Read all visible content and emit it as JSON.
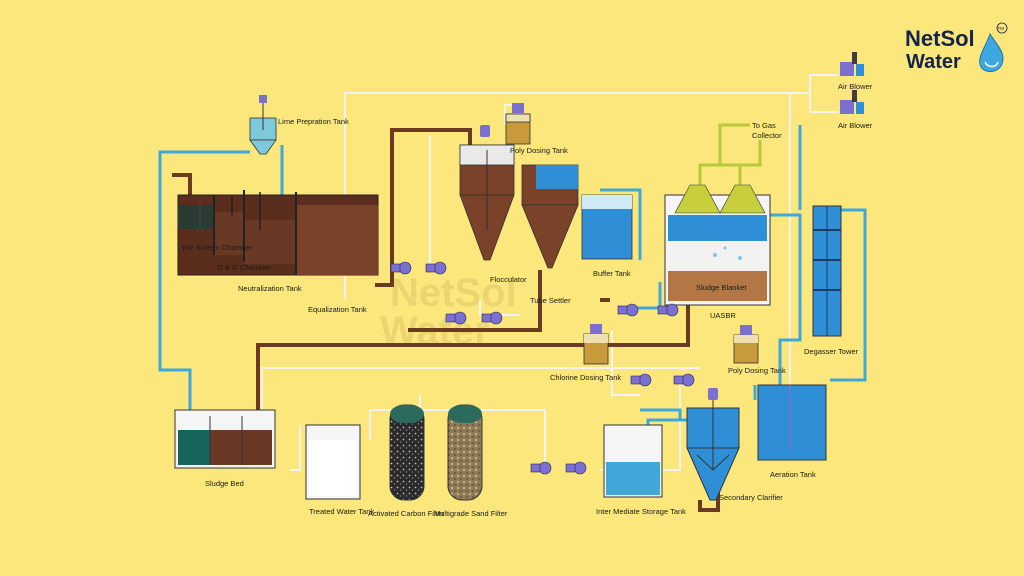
{
  "brand": {
    "line1": "NetSol",
    "line2": "Water",
    "mark": "TM",
    "logo_icon": "water-drop-icon",
    "watermark_line1": "NetSol",
    "watermark_line2": "Water"
  },
  "colors": {
    "background": "#fbe77c",
    "sludge": "#6b3a22",
    "water_blue": "#2f8fd6",
    "pipe_brown": "#6b3a22",
    "pipe_blue": "#3fa8d8",
    "pipe_grey": "#f0f0f0",
    "pump": "#7b6fd0",
    "gas_pipe": "#b9c93a"
  },
  "labels": {
    "lime_tank": "Lime Prepration Tank",
    "bar_screen": "Bar Screen Chamber",
    "og_chamber": "O & G Chamber",
    "neutralization": "Neutralization Tank",
    "equalization": "Equalization Tank",
    "poly_dosing_1": "Poly Dosing Tank",
    "flocculator": "Flocculator",
    "tube_settler": "Tube Settler",
    "buffer_tank": "Buffer Tank",
    "to_gas_collector_1": "To Gas",
    "to_gas_collector_2": "Collector",
    "sludge_blanket": "Sludge Blanket",
    "uasbr": "UASBR",
    "air_blower_1": "Air Blower",
    "air_blower_2": "Air Blower",
    "degasser": "Degasser Tower",
    "chlorine_dosing": "Chlorine Dosing Tank",
    "poly_dosing_2": "Poly Dosing Tank",
    "aeration": "Aeration Tank",
    "sludge_bed": "Sludge Bed",
    "treated_water": "Treated Water Tank",
    "activated_carbon": "Activated Carbon Filter",
    "multigrade_sand": "Multigrade Sand Filter",
    "intermediate_storage": "Inter Mediate Storage Tank",
    "secondary_clarifier": "Secondary Clarifier"
  }
}
